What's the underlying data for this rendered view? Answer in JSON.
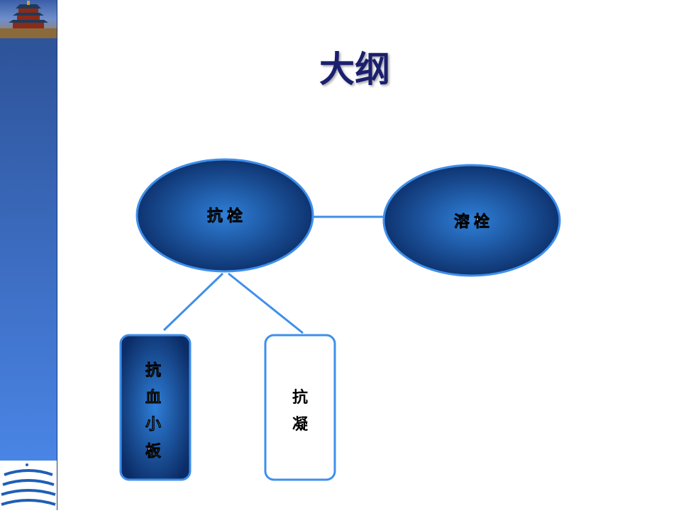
{
  "slide": {
    "title": "大纲"
  },
  "nodes": {
    "antithrombotic": "抗栓",
    "thrombolysis": "溶栓",
    "antiplatelet": [
      "抗",
      "血",
      "小",
      "板"
    ],
    "anticoagulation": [
      "抗",
      "凝"
    ]
  },
  "colors": {
    "title_text": "#1b1f6f",
    "node_outline": "#3f8fea",
    "node_fill_light": "#2f7fd8",
    "node_fill_dark": "#0b2c66",
    "connector": "#3f8fea",
    "sidebar_top": "#2b4f92",
    "sidebar_bottom": "#4d8bee"
  },
  "icons": {
    "sidebar_photo": "temple-of-heaven-photo",
    "sidebar_logo": "arc-stripes-logo-icon"
  }
}
